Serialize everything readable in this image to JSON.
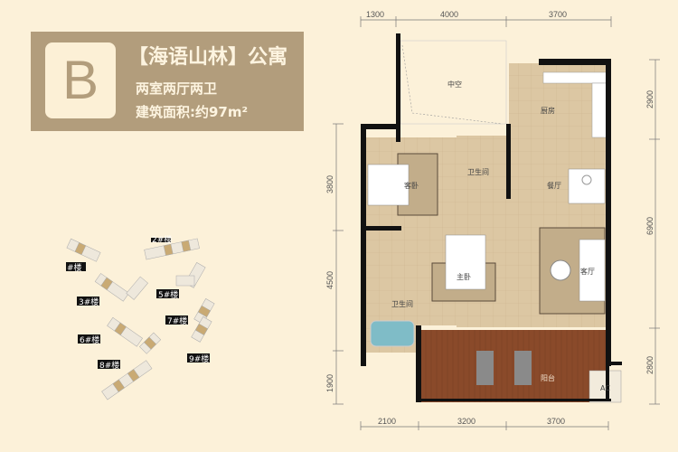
{
  "header": {
    "badge_letter": "B",
    "title": "【海语山林】公寓",
    "layout": "两室两厅两卫",
    "area": "建筑面积:约97m²"
  },
  "site_plan": {
    "buildings": [
      "#楼",
      "2#楼",
      "3#楼",
      "5#楼",
      "7#楼",
      "6#楼",
      "9#楼",
      "8#楼"
    ]
  },
  "floor_plan": {
    "rooms": {
      "void": "中空",
      "kitchen": "厨房",
      "bathroom_1": "卫生间",
      "guest_bedroom": "客卧",
      "dining": "餐厅",
      "master_bedroom": "主卧",
      "living": "客厅",
      "bathroom_2": "卫生间",
      "balcony": "阳台",
      "ac": "AC"
    },
    "dimensions": {
      "top": [
        "1300",
        "4000",
        "3700"
      ],
      "bottom": [
        "2100",
        "3200",
        "3700"
      ],
      "left": [
        "3800",
        "4500",
        "1900"
      ],
      "right": [
        "2900",
        "6900",
        "2800"
      ]
    }
  },
  "colors": {
    "header_bg": "#b29d7c",
    "background": "#fcf1d9",
    "floor": "#dcc7a3",
    "balcony": "#8a4a2a",
    "wall": "#111111"
  }
}
